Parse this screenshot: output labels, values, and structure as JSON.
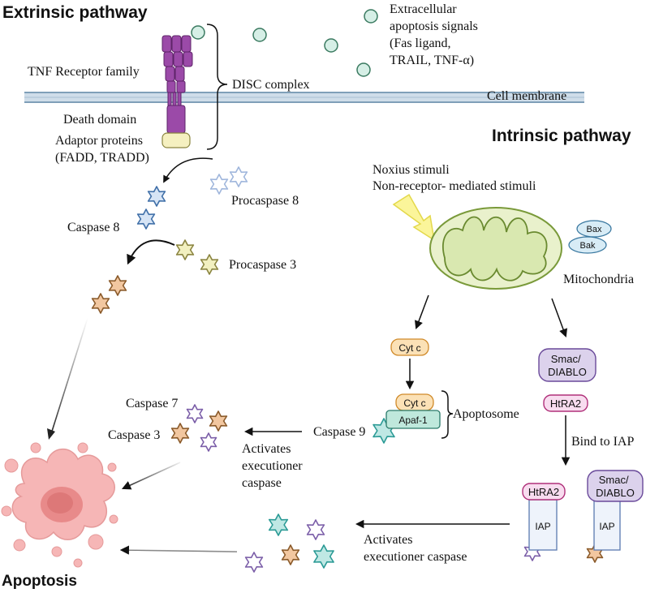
{
  "headings": {
    "extrinsic": "Extrinsic pathway",
    "intrinsic": "Intrinsic pathway",
    "apoptosis": "Apoptosis"
  },
  "labels": {
    "signals_line1": "Extracellular",
    "signals_line2": "apoptosis signals",
    "signals_line3": "(Fas ligand,",
    "signals_line4": "TRAIL, TNF-α)",
    "tnf_receptor": "TNF Receptor family",
    "disc": "DISC complex",
    "cell_membrane": "Cell membrane",
    "death_domain": "Death domain",
    "adaptor_line1": "Adaptor proteins",
    "adaptor_line2": "(FADD, TRADD)",
    "procaspase8": "Procaspase 8",
    "caspase8": "Caspase 8",
    "procaspase3": "Procaspase 3",
    "noxius_line1": "Noxius stimuli",
    "noxius_line2": "Non-receptor- mediated stimuli",
    "bax": "Bax",
    "bak": "Bak",
    "mitochondria": "Mitochondria",
    "cytc": "Cyt c",
    "smac_line1": "Smac/",
    "smac_line2": "DIABLO",
    "htra2": "HtRA2",
    "apaf1": "Apaf-1",
    "apoptosome": "Apoptosome",
    "caspase9": "Caspase 9",
    "bind_iap": "Bind to IAP",
    "caspase7": "Caspase 7",
    "caspase3": "Caspase 3",
    "activates1_line1": "Activates",
    "activates1_line2": "executioner",
    "activates1_line3": "caspase",
    "activates2_line1": "Activates",
    "activates2_line2": "executioner caspase",
    "iap": "IAP"
  },
  "colors": {
    "blue_star": "#3f6fa8",
    "light_blue_star": "#9fb6dc",
    "orange_star": "#f2c7a0",
    "orange_stroke": "#8a5a2a",
    "yellow_star": "#f2f0c0",
    "purple_star": "#7b5ea8",
    "teal_star": "#bfe8e4",
    "teal_stroke": "#2a9a95",
    "receptor": "#8b3f98",
    "membrane": "#b9cfe0",
    "mito_fill": "#e8f0c8",
    "mito_stroke": "#7a9a3a"
  }
}
